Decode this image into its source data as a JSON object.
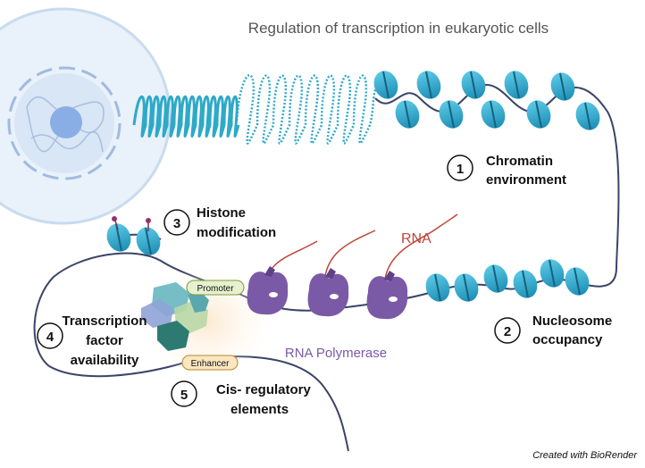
{
  "title": "Regulation of transcription in eukaryotic cells",
  "steps": [
    {
      "num": "1",
      "line1": "Chromatin",
      "line2": "environment"
    },
    {
      "num": "2",
      "line1": "Nucleosome",
      "line2": "occupancy"
    },
    {
      "num": "3",
      "line1": "Histone",
      "line2": "modification"
    },
    {
      "num": "4",
      "line1": "Transcription",
      "line2": "factor",
      "line3": "availability"
    },
    {
      "num": "5",
      "line1": "Cis- regulatory",
      "line2": "elements"
    }
  ],
  "labels": {
    "rna": "RNA",
    "rna_polymerase": "RNA Polymerase",
    "promoter": "Promoter",
    "enhancer": "Enhancer",
    "credit": "Created with BioRender"
  },
  "colors": {
    "nucleosome": "#2aa6c9",
    "dna": "#3a4468",
    "polymerase": "#7a5aa6",
    "rna": "#c0453a",
    "nucleus": "#d6e6f5"
  }
}
